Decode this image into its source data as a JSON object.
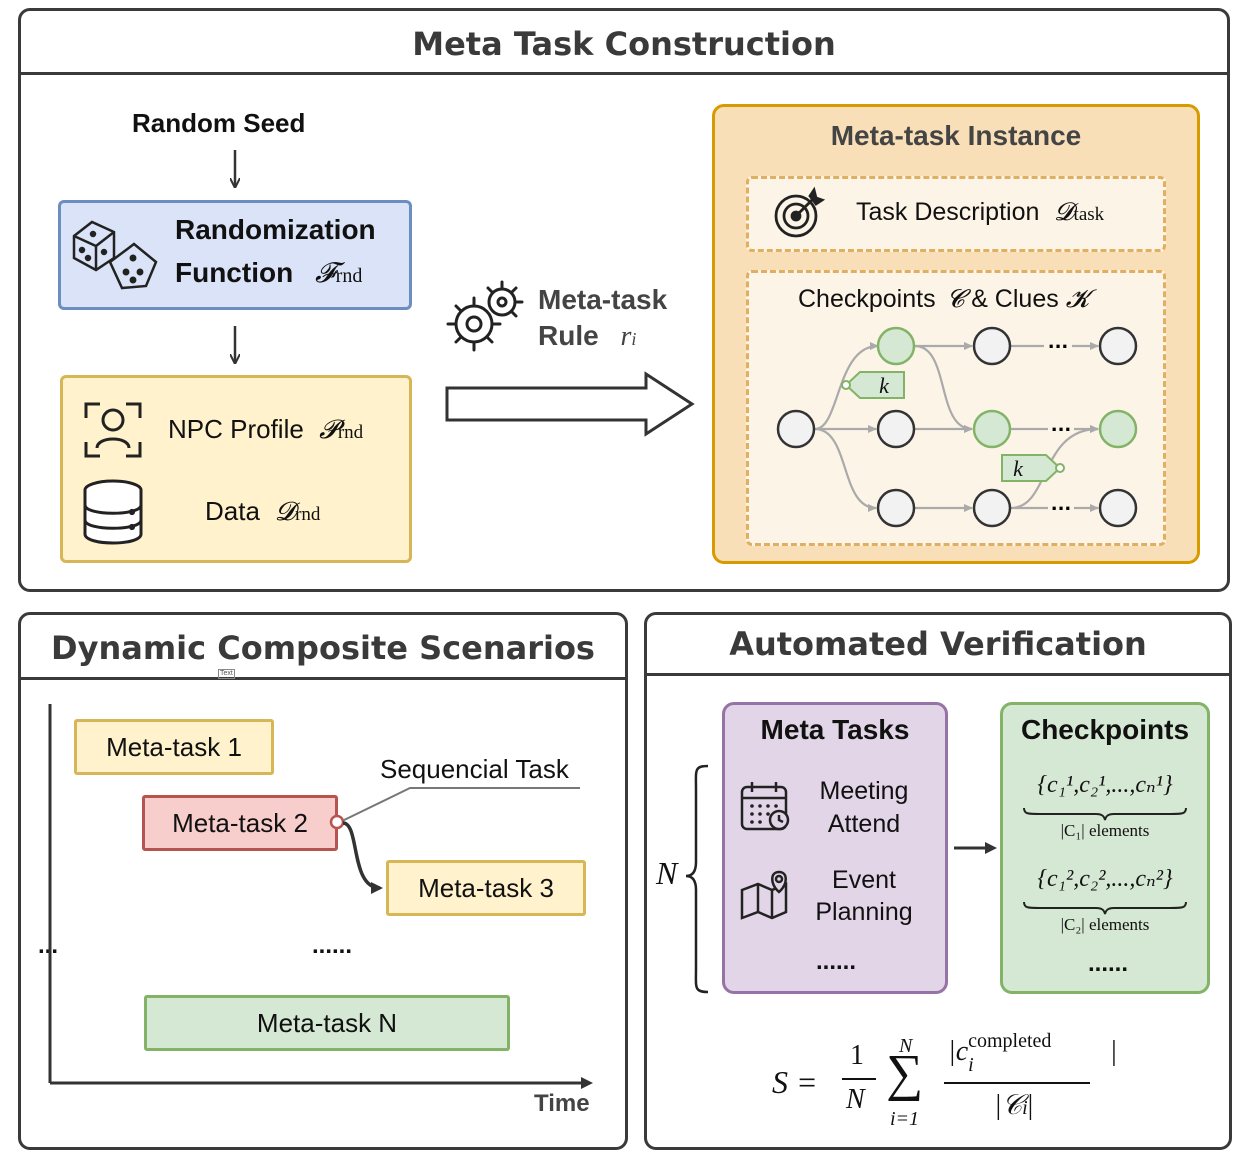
{
  "top": {
    "title": "Meta Task Construction",
    "random_seed": "Random Seed",
    "rand_fn": {
      "line1": "Randomization",
      "line2": "Function",
      "symbol": "𝓕",
      "sub": "rnd"
    },
    "npc": {
      "label": "NPC Profile",
      "symbol": "𝓟",
      "sub": "rnd"
    },
    "data": {
      "label": "Data",
      "symbol": "𝓓",
      "sub": "rnd"
    },
    "rule": {
      "line1": "Meta-task",
      "line2": "Rule",
      "symbol": "r",
      "sub": "i"
    },
    "instance": {
      "title": "Meta-task Instance",
      "task_desc": {
        "label": "Task Description",
        "symbol": "𝓓",
        "sub": "task"
      },
      "checkpoints": {
        "label": "Checkpoints",
        "c_symbol": "𝓒",
        "amp": "& Clues",
        "k_symbol": "𝓚"
      },
      "clue_label": "k",
      "ellipsis": "..."
    }
  },
  "scenarios": {
    "title": "Dynamic Composite Scenarios",
    "tiny_label": "Text",
    "task1": "Meta-task 1",
    "task2": "Meta-task 2",
    "task3": "Meta-task 3",
    "taskN": "Meta-task N",
    "sequential": "Sequencial Task",
    "dots_left": "...",
    "dots_mid": "......",
    "time": "Time"
  },
  "verification": {
    "title": "Automated Verification",
    "n_label": "N",
    "meta_tasks": {
      "title": "Meta Tasks",
      "item1_l1": "Meeting",
      "item1_l2": "Attend",
      "item2_l1": "Event",
      "item2_l2": "Planning",
      "dots": "......"
    },
    "checkpoints": {
      "title": "Checkpoints",
      "set1": "{c₁¹,c₂¹,...,cₙ¹}",
      "set1_count": "|C₁| elements",
      "set2": "{c₁²,c₂²,...,cₙ²}",
      "set2_count": "|C₂| elements",
      "dots": "......"
    },
    "formula": {
      "lhs": "S =",
      "num": "1",
      "den": "N",
      "sum_top": "N",
      "sum_sym": "∑",
      "sum_bot": "i=1",
      "frac_num": "|c",
      "sup": "completed",
      "sub": "i",
      "frac_den": "|𝒞",
      "den_sub": "i"
    }
  },
  "colors": {
    "blue_fill": "#dae3f7",
    "blue_border": "#6c8ebf",
    "yellow_fill": "#fff2cc",
    "yellow_border": "#d6b656",
    "orange_fill": "#f8dfb8",
    "orange_border": "#d79b00",
    "red_fill": "#f8cecc",
    "red_border": "#b85450",
    "green_fill": "#d5e8d4",
    "green_border": "#82b366",
    "purple_fill": "#e1d5e7",
    "purple_border": "#9673a6"
  }
}
